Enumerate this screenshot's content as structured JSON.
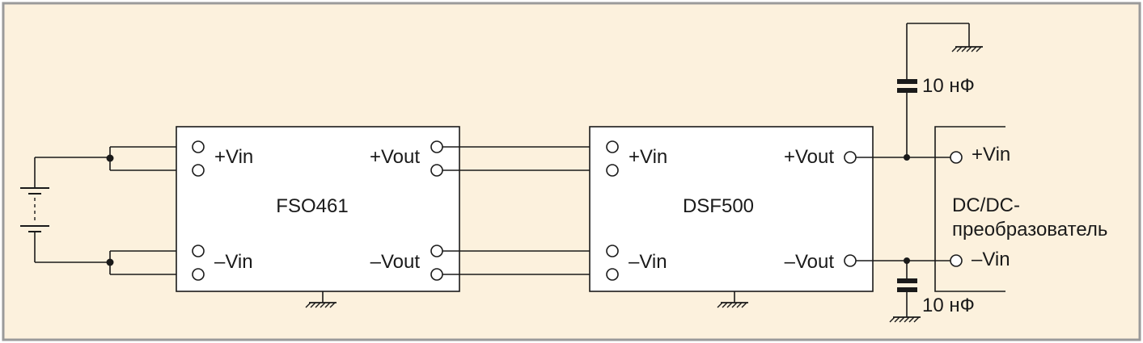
{
  "colors": {
    "background_panel": "#fcf1dd",
    "border": "#9a9a9a",
    "ink": "#1a1a1a"
  },
  "blocks": {
    "filter": {
      "name": "FSO461",
      "pins": {
        "in_pos": "+Vin",
        "in_neg": "–Vin",
        "out_pos": "+Vout",
        "out_neg": "–Vout"
      }
    },
    "module": {
      "name": "DSF500",
      "pins": {
        "in_pos": "+Vin",
        "in_neg": "–Vin",
        "out_pos": "+Vout",
        "out_neg": "–Vout"
      }
    },
    "converter": {
      "name_line1": "DC/DC-",
      "name_line2": "преобразователь",
      "pins": {
        "in_pos": "+Vin",
        "in_neg": "–Vin"
      }
    }
  },
  "capacitors": {
    "top": "10 нФ",
    "bottom": "10 нФ"
  }
}
